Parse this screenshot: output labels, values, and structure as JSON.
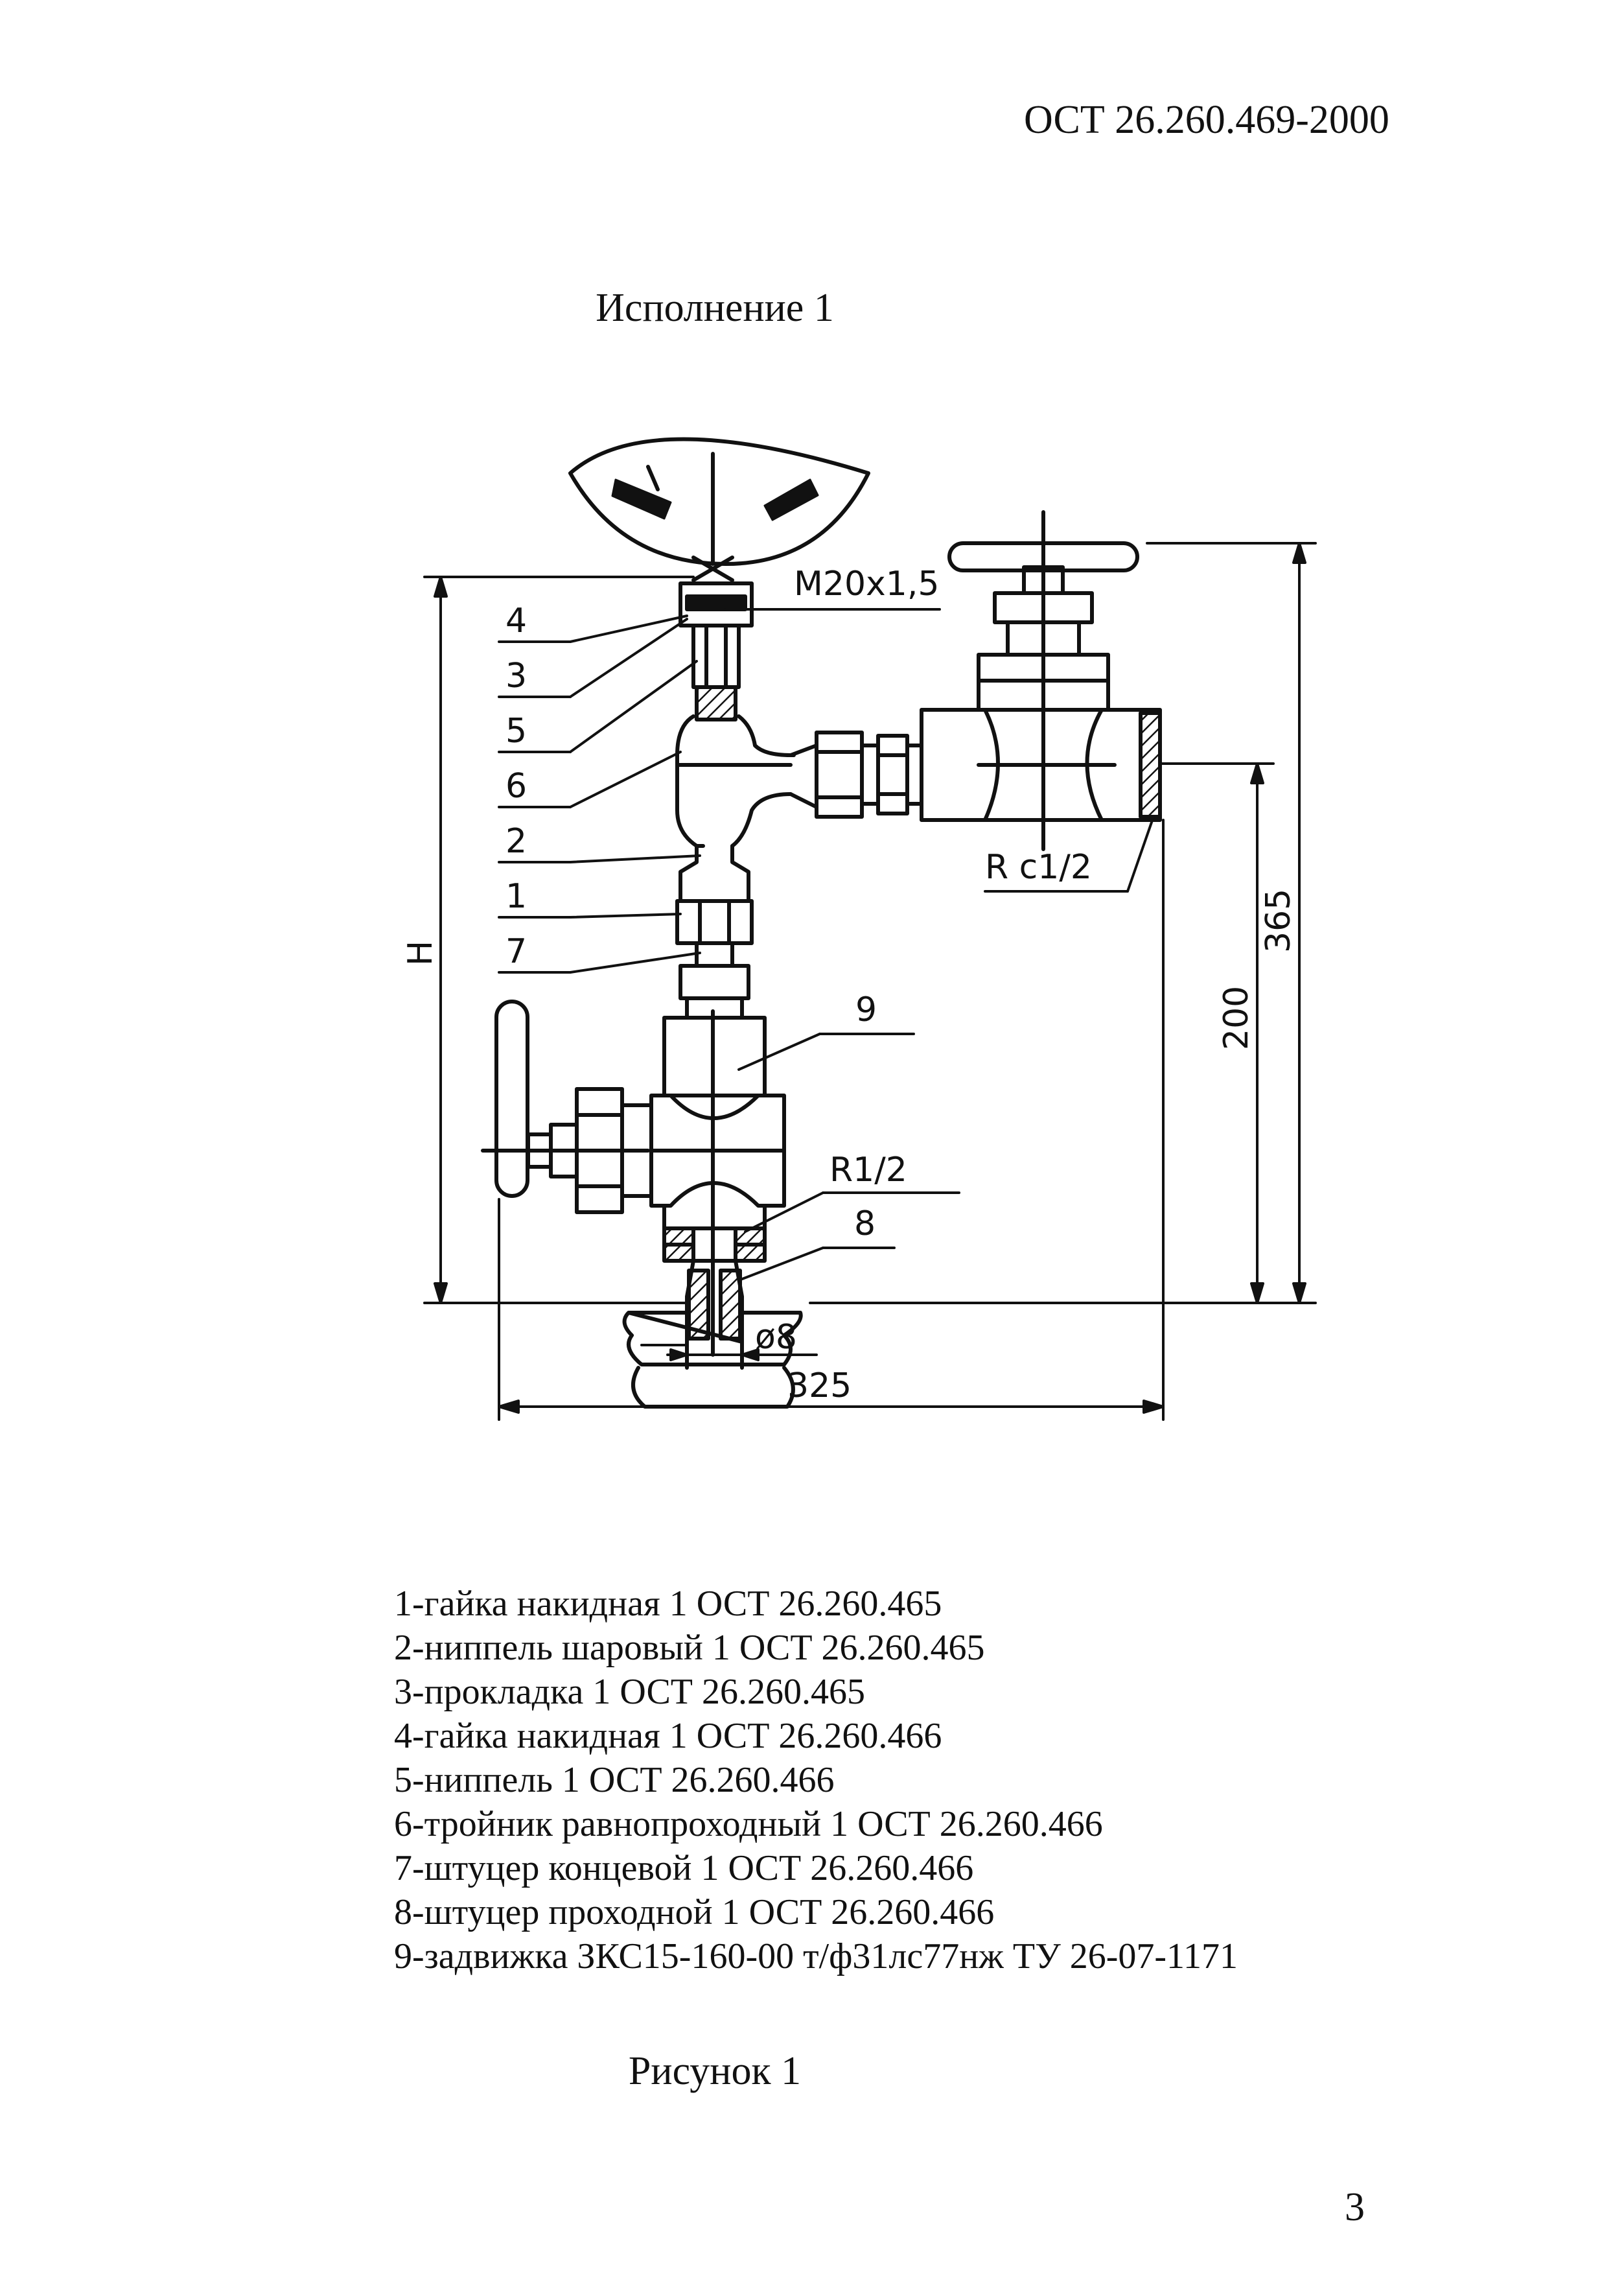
{
  "header": {
    "doc_code": "ОСТ 26.260.469-2000"
  },
  "title": "Исполнение 1",
  "drawing": {
    "thread_label": "М20х1,5",
    "pipe_thread_right": "R c1/2",
    "pipe_thread_bottom": "R1/2",
    "diameter": "ø8",
    "dim_width": "325",
    "dim_height_right_1": "365",
    "dim_height_right_2": "200",
    "dim_height_left": "H",
    "callouts_left": [
      "4",
      "3",
      "5",
      "6",
      "2",
      "1",
      "7"
    ],
    "callout_9": "9",
    "callout_8": "8"
  },
  "legend": [
    "1-гайка накидная 1 ОСТ 26.260.465",
    "2-ниппель шаровый  1 ОСТ 26.260.465",
    "3-прокладка  1 ОСТ 26.260.465",
    "4-гайка накидная  1 ОСТ 26.260.466",
    "5-ниппель  1 ОСТ 26.260.466",
    "6-тройник равнопроходный 1 ОСТ 26.260.466",
    "7-штуцер концевой  1 ОСТ 26.260.466",
    "8-штуцер проходной  1 ОСТ 26.260.466",
    "9-задвижка ЗКС15-160-00 т/ф31лс77нж ТУ 26-07-1171"
  ],
  "caption": "Рисунок 1",
  "page_number": "3"
}
